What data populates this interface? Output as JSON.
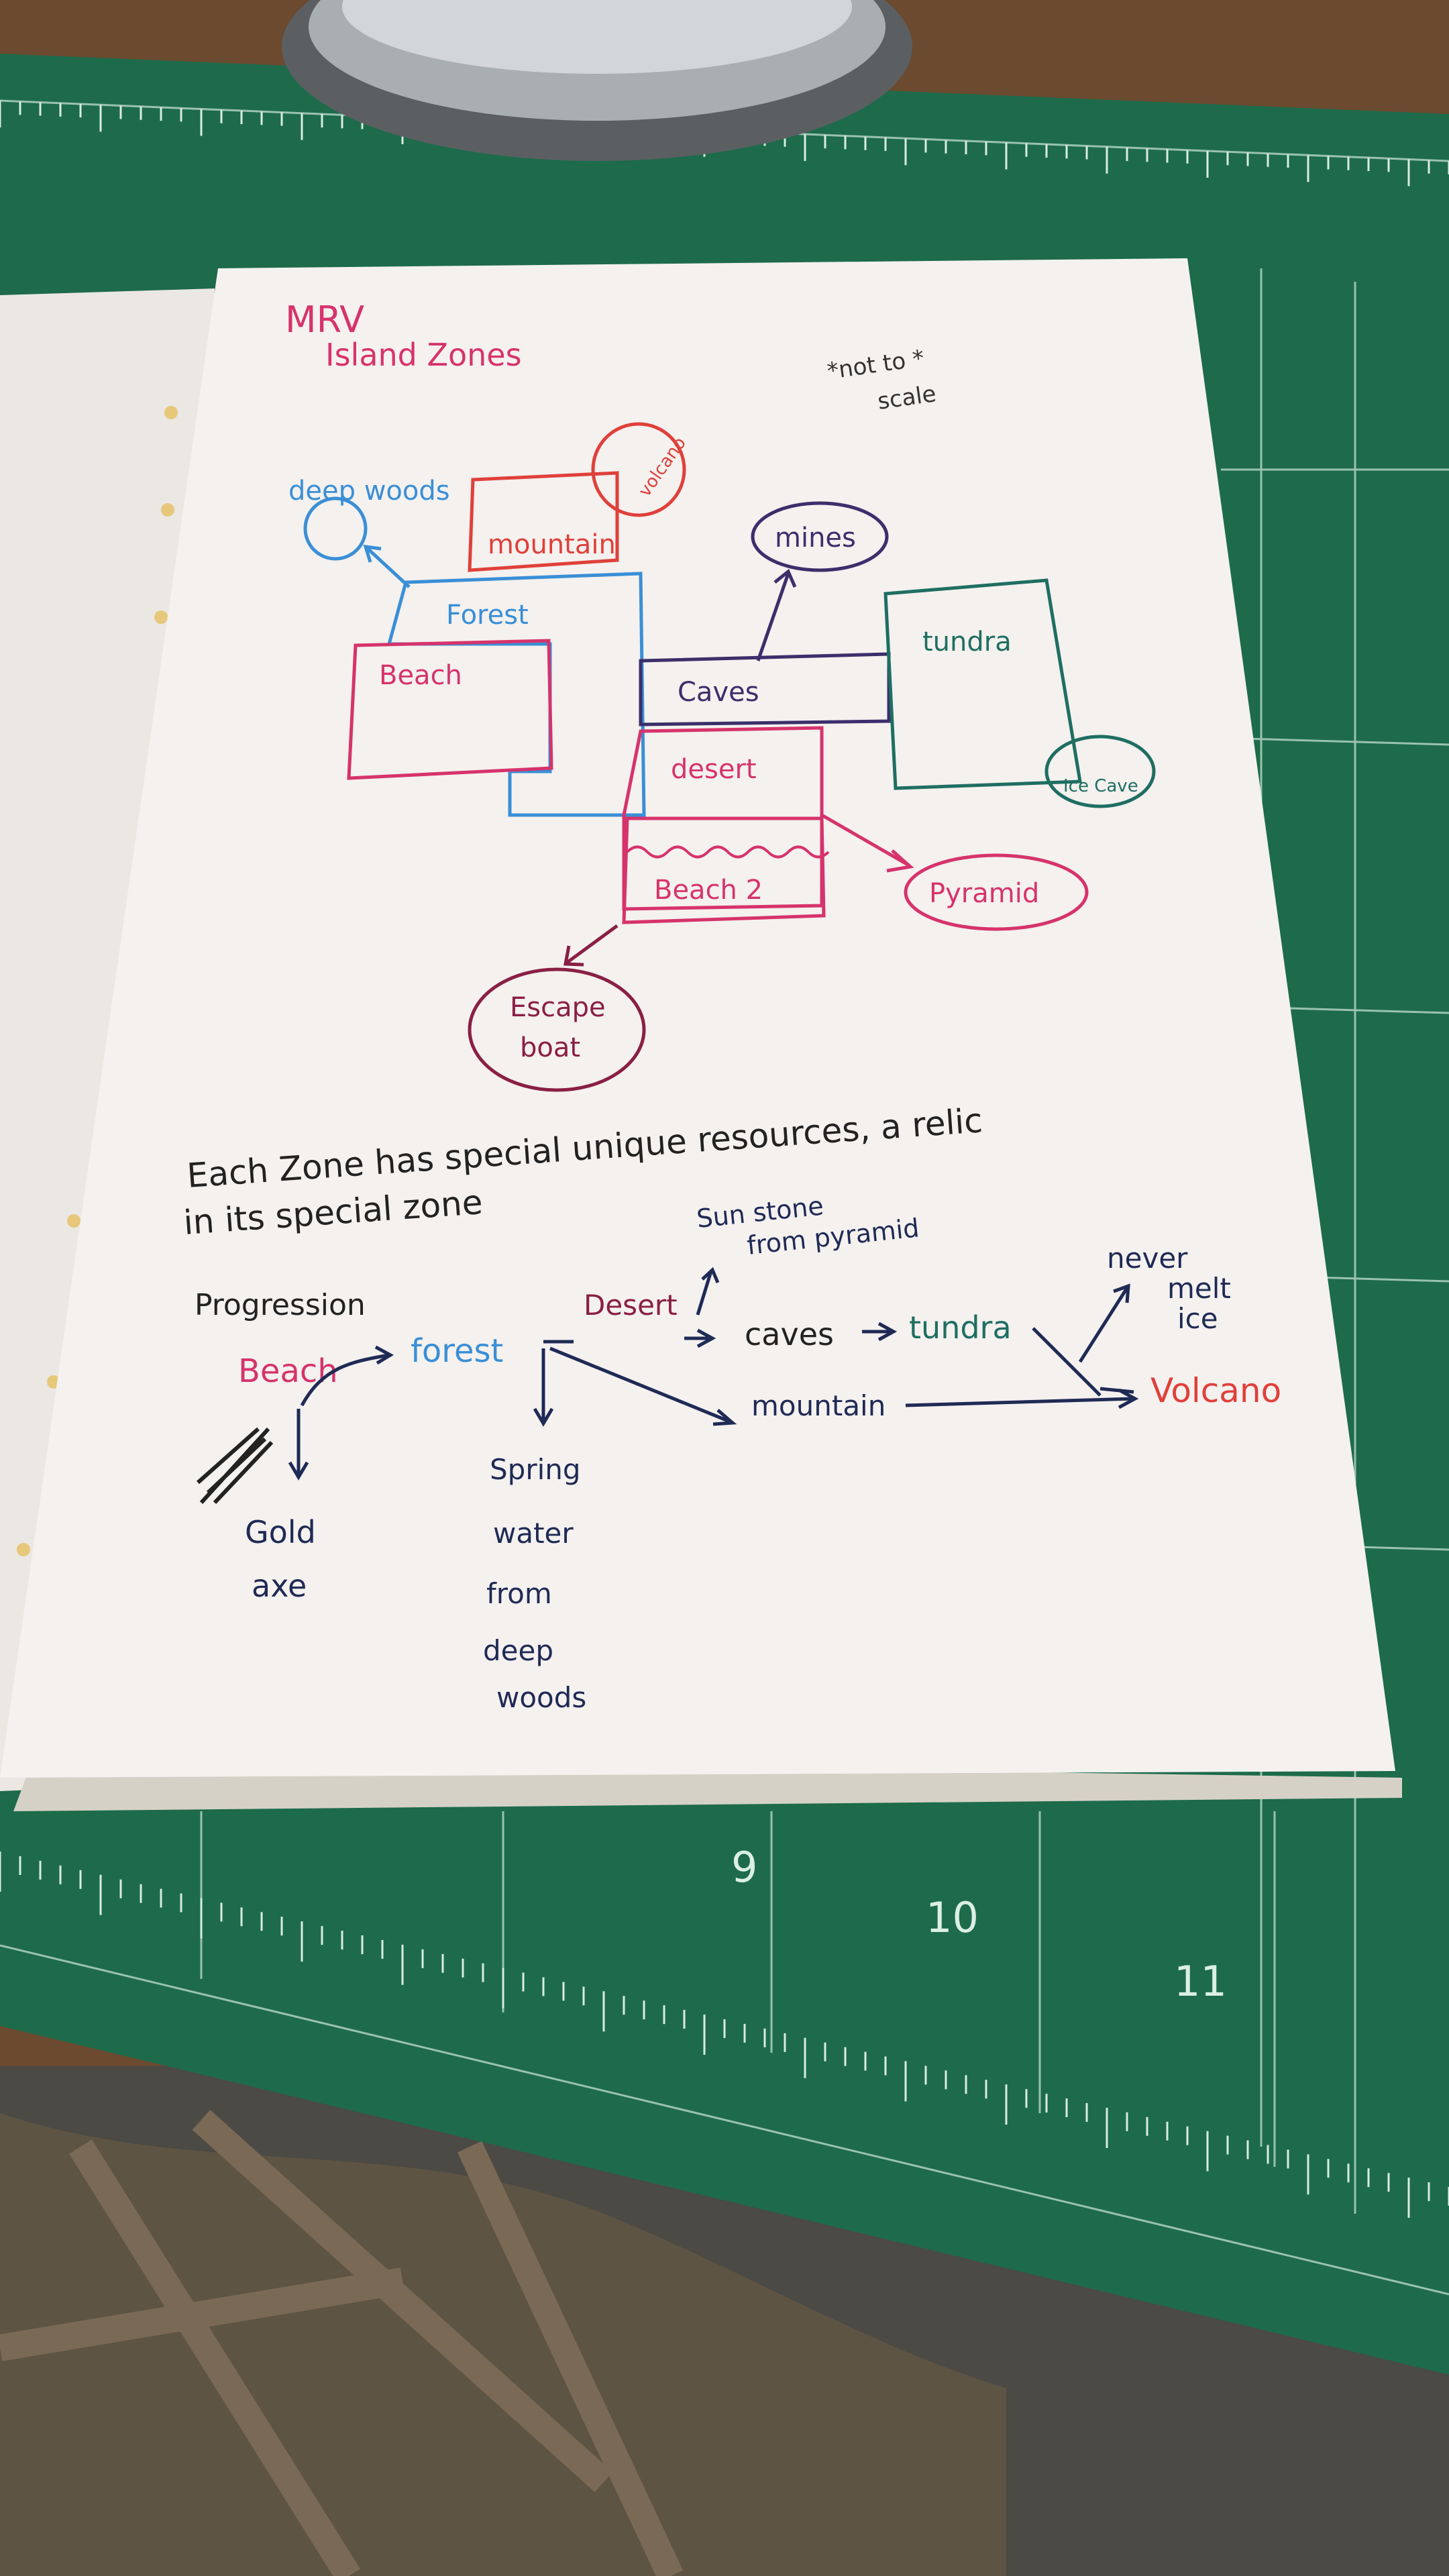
{
  "page": {
    "title": "MRV",
    "subtitle": "Island Zones",
    "scale_note_1": "*not to *",
    "scale_note_2": "scale"
  },
  "map": {
    "deep_woods": "deep woods",
    "mountain": "mountain",
    "volcano_small": "volcano",
    "forest": "Forest",
    "beach": "Beach",
    "caves": "Caves",
    "mines": "mines",
    "tundra": "tundra",
    "ice_cave": "Ice Cave",
    "desert": "desert",
    "beach2": "Beach 2",
    "pyramid": "Pyramid",
    "escape_boat_1": "Escape",
    "escape_boat_2": "boat"
  },
  "notes": {
    "line1": "Each Zone has special unique resources, a relic",
    "line2": "in its special zone"
  },
  "progression": {
    "label": "Progression",
    "beach": "Beach",
    "forest": "forest",
    "desert": "Desert",
    "caves": "caves",
    "tundra": "tundra",
    "mountain": "mountain",
    "volcano": "Volcano",
    "sunstone_1": "Sun stone",
    "sunstone_2": "from pyramid",
    "never_1": "never",
    "never_2": "melt",
    "never_3": "ice",
    "gold_1": "Gold",
    "gold_2": "axe",
    "spring_1": "Spring",
    "spring_2": "water",
    "spring_3": "from",
    "spring_4": "deep",
    "spring_5": "woods"
  },
  "mat_numbers": {
    "n9": "9",
    "n10": "10",
    "n11": "11"
  },
  "colors": {
    "pink": "#d6336c",
    "red": "#e0403a",
    "blue": "#3a8fd6",
    "navy": "#1f2a55",
    "purple": "#3b2f6b",
    "teal": "#1f6e62",
    "maroon": "#8a1f45",
    "mat": "#1d6b4b",
    "paper": "#f4f1ef"
  }
}
